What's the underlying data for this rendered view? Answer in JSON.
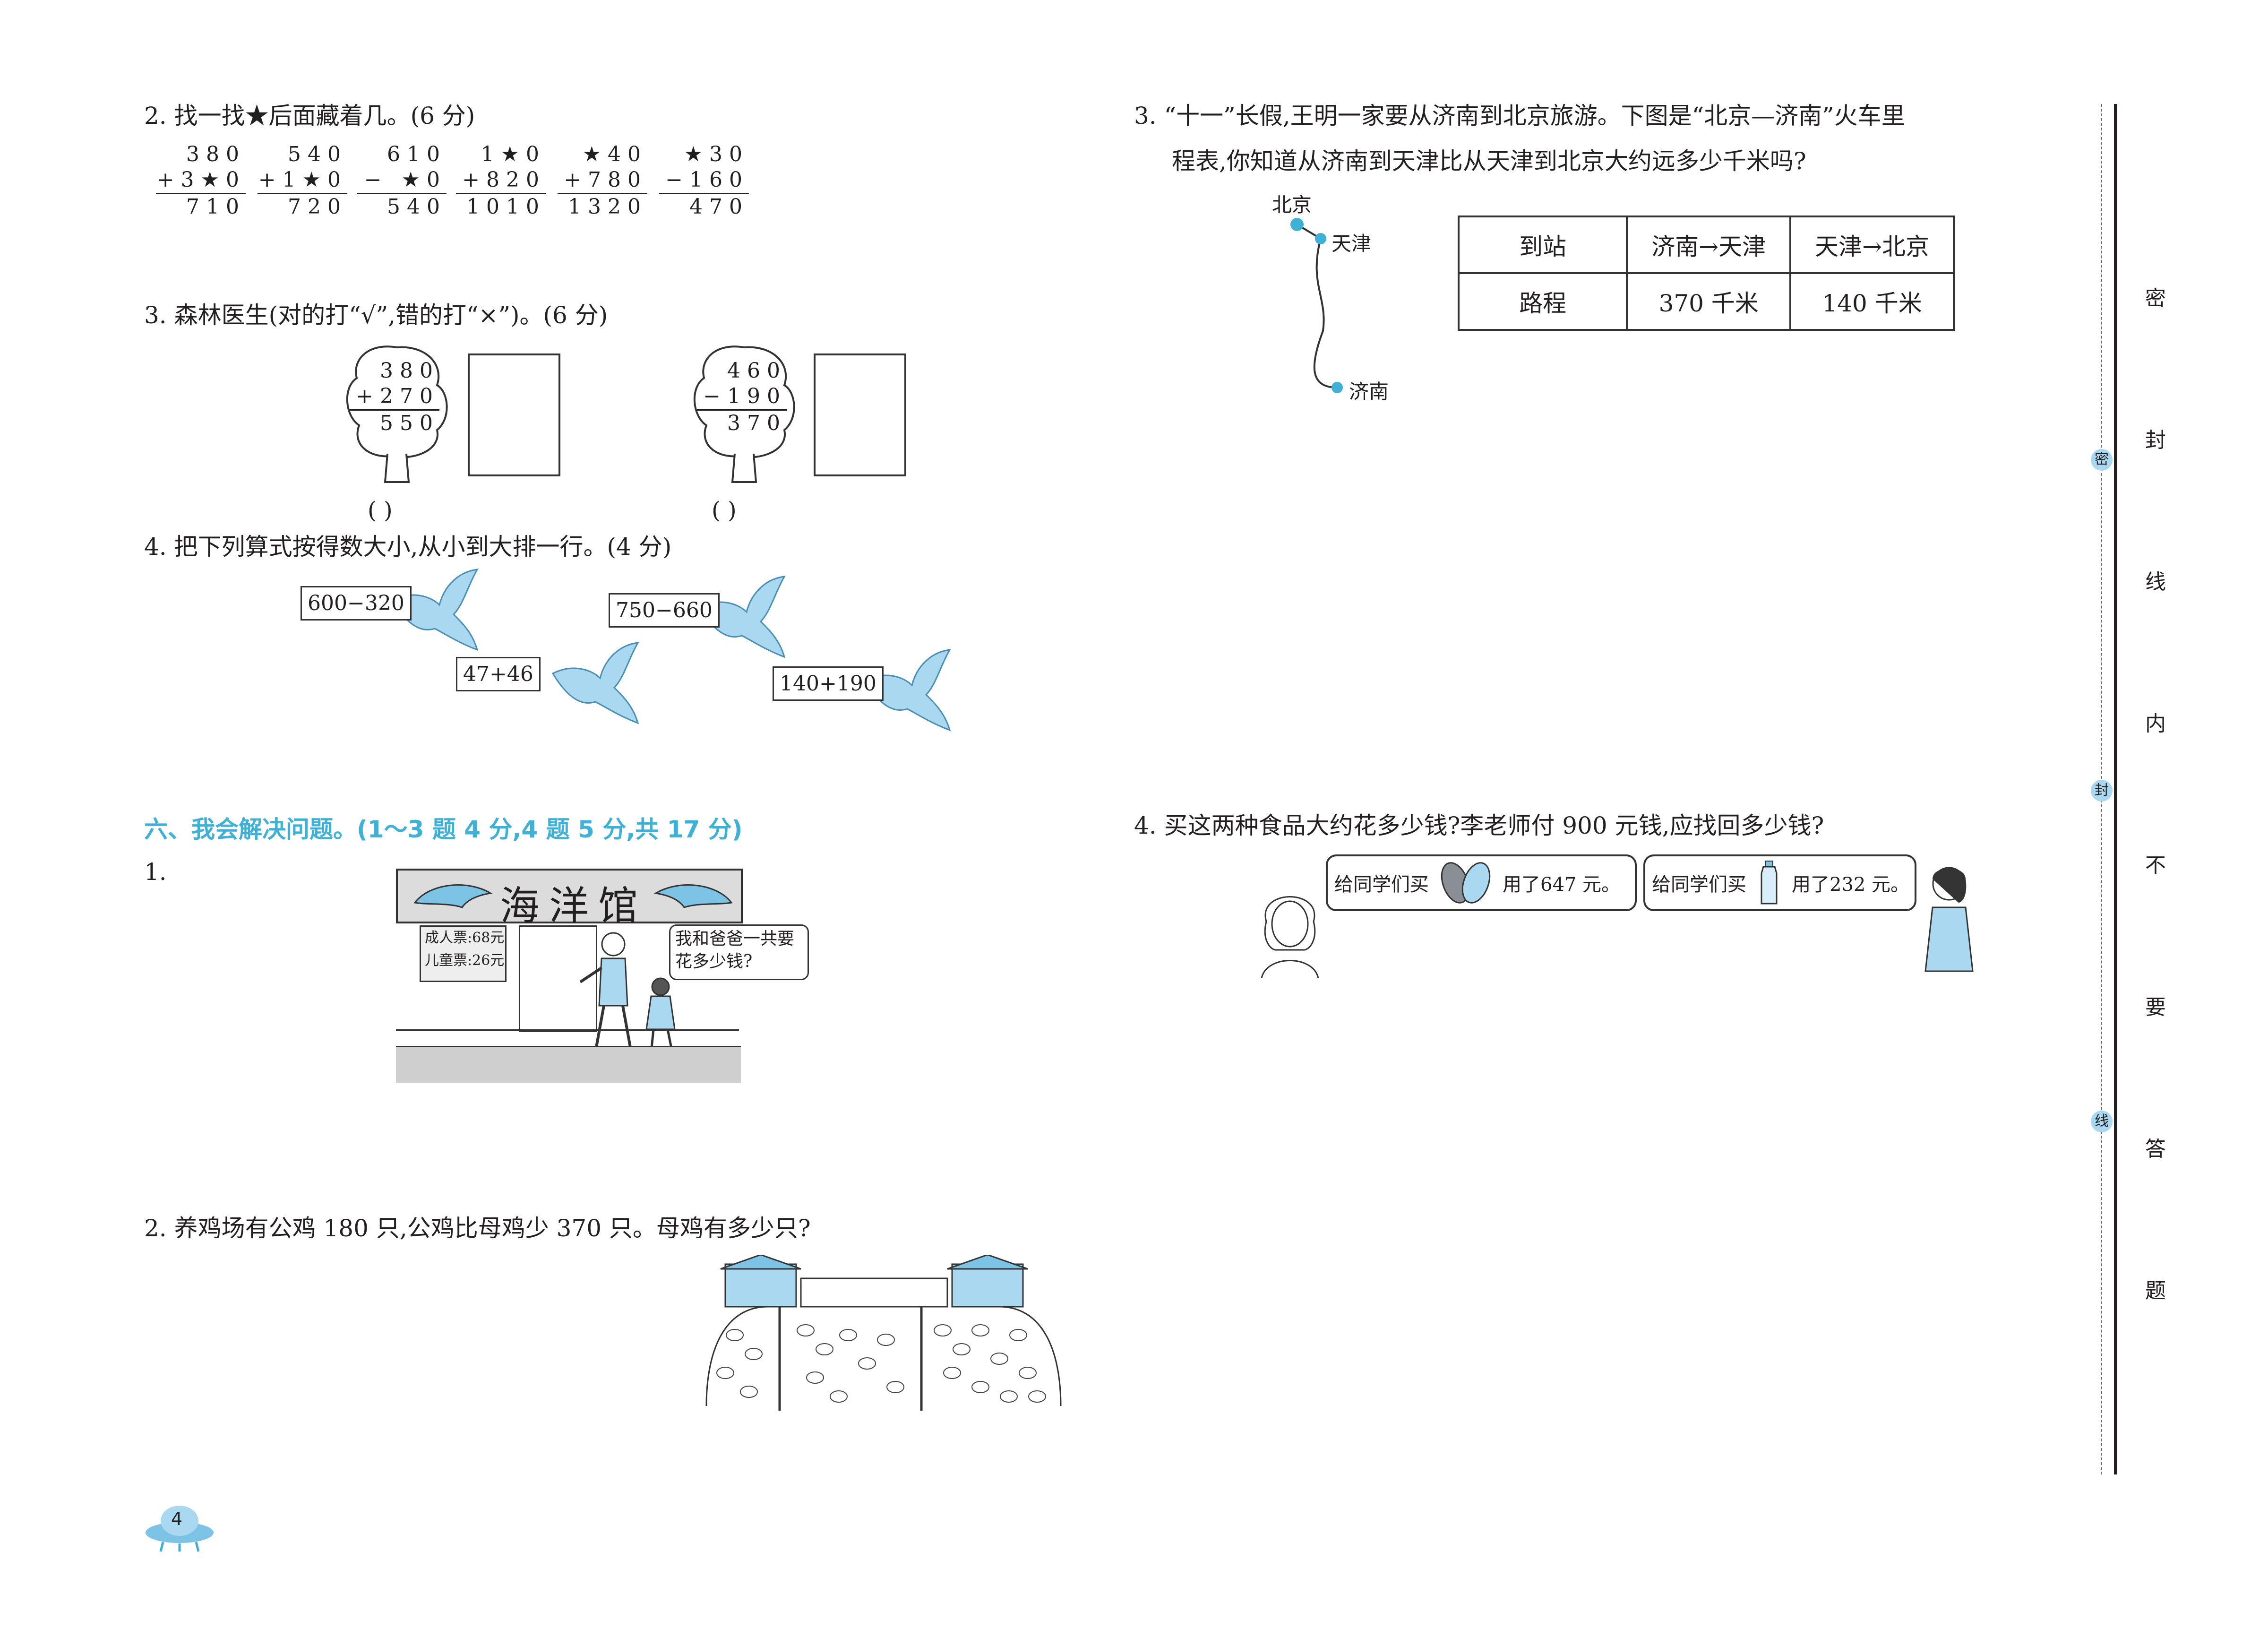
{
  "left": {
    "q2": {
      "title": "2. 找一找★后面藏着几。(6 分)",
      "problems": [
        {
          "a": "380",
          "b": "+3★0",
          "r": "710"
        },
        {
          "a": "540",
          "b": "+1★0",
          "r": "720"
        },
        {
          "a": "610",
          "b": "− ★0",
          "r": "540"
        },
        {
          "a": "1★0",
          "b": "+820",
          "r": "1010"
        },
        {
          "a": "★40",
          "b": "+780",
          "r": "1320"
        },
        {
          "a": "★30",
          "b": "−160",
          "r": "470"
        }
      ]
    },
    "q3": {
      "title": "3. 森林医生(对的打“√”,错的打“×”)。(6 分)",
      "trees": [
        {
          "a": "380",
          "b": "+270",
          "r": "550",
          "paren": "(      )"
        },
        {
          "a": "460",
          "b": "−190",
          "r": "370",
          "paren": "(      )"
        }
      ]
    },
    "q4": {
      "title": "4. 把下列算式按得数大小,从小到大排一行。(4 分)",
      "exprs": [
        "600−320",
        "750−660",
        "47+46",
        "140+190"
      ]
    },
    "section6": {
      "title": "六、我会解决问题。(1～3 题 4 分,4 题 5 分,共 17 分)",
      "p1": {
        "num": "1.",
        "sign": "海洋馆",
        "adult": "成人票:68元",
        "child": "儿童票:26元",
        "speech": "我和爸爸一共要花多少钱?"
      },
      "p2": {
        "title": "2. 养鸡场有公鸡 180 只,公鸡比母鸡少 370 只。母鸡有多少只?"
      }
    },
    "page_number": "4"
  },
  "right": {
    "q3": {
      "line1": "3. “十一”长假,王明一家要从济南到北京旅游。下图是“北京—济南”火车里",
      "line2": "程表,你知道从济南到天津比从天津到北京大约远多少千米吗?",
      "map": {
        "beijing": "北京",
        "tianjin": "天津",
        "jinan": "济南"
      },
      "table": {
        "header": [
          "到站",
          "济南→天津",
          "天津→北京"
        ],
        "row": [
          "路程",
          "370 千米",
          "140 千米"
        ]
      }
    },
    "q4": {
      "title": "4. 买这两种食品大约花多少钱?李老师付 900 元钱,应找回多少钱?",
      "bubble1": {
        "text": "给同学们买",
        "cost": "用了647 元。"
      },
      "bubble2": {
        "text": "给同学们买",
        "cost": "用了232 元。"
      }
    }
  },
  "seal_line": {
    "chars": [
      "密",
      "封",
      "线",
      "内",
      "不",
      "要",
      "答",
      "题"
    ],
    "marks": [
      "密",
      "封",
      "线"
    ]
  },
  "colors": {
    "accent": "#3fb0d6",
    "text": "#231f20",
    "bird": "#a9d8f0"
  }
}
